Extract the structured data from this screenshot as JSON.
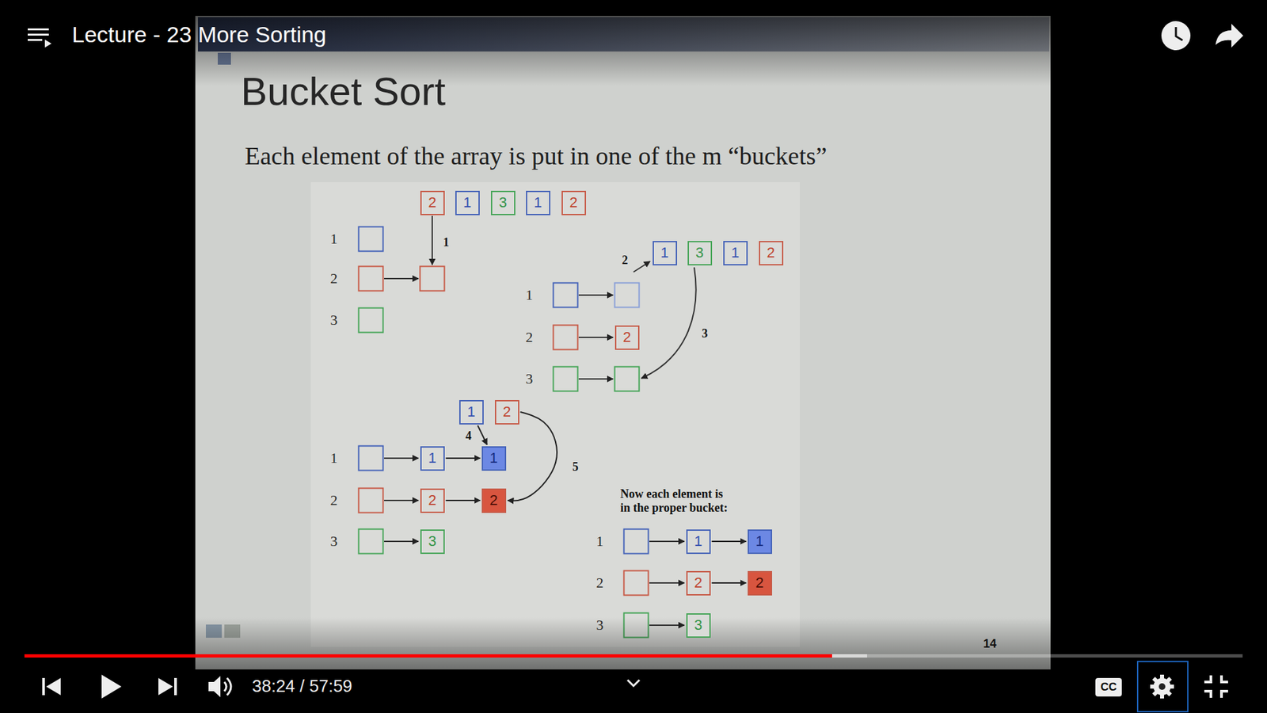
{
  "diagram": {
    "title": "Bucket Sort",
    "nodes": [
      {
        "text": [
          "2"
        ]
      },
      {
        "text": [
          "1"
        ]
      },
      {
        "text": [
          "3"
        ]
      },
      {
        "text": [
          "1"
        ]
      },
      {
        "text": [
          "2"
        ]
      },
      {
        "text": [
          "1"
        ]
      },
      {
        "text": [
          "3"
        ]
      },
      {
        "text": [
          "1"
        ]
      },
      {
        "text": [
          "2"
        ]
      },
      {
        "text": [
          "2"
        ]
      },
      {
        "text": [
          "1"
        ]
      },
      {
        "text": [
          "2"
        ]
      },
      {
        "text": [
          "1"
        ]
      },
      {
        "text": [
          "1"
        ]
      },
      {
        "text": [
          "2"
        ]
      },
      {
        "text": [
          "2"
        ]
      },
      {
        "text": [
          "3"
        ]
      },
      {
        "text": [
          "1"
        ]
      },
      {
        "text": [
          "1"
        ]
      },
      {
        "text": [
          "2"
        ]
      },
      {
        "text": [
          "2"
        ]
      },
      {
        "text": [
          "3"
        ]
      }
    ],
    "edges": [
      {
        "from": 10,
        "to": 13,
        "arrow": "to",
        "label": "4"
      },
      {
        "from": 11,
        "to": 15,
        "arrow": "to",
        "label": "5"
      },
      {
        "from": 12,
        "to": 13,
        "arrow": "to"
      },
      {
        "from": 14,
        "to": 15,
        "arrow": "to"
      },
      {
        "from": 17,
        "to": 18,
        "arrow": "to"
      },
      {
        "from": 19,
        "to": 20,
        "arrow": "to"
      }
    ],
    "labels": [
      "Lecture - 23 More Sorting",
      "Each element of the array is put in one of the m “buckets”",
      "1",
      "2",
      "3",
      "1",
      "2",
      "1",
      "2",
      "3",
      "3",
      "1",
      "2",
      "3",
      "Now each element is in the proper bucket:",
      "1",
      "2",
      "3",
      "14",
      "38:24 / 57:59",
      "CC"
    ]
  }
}
